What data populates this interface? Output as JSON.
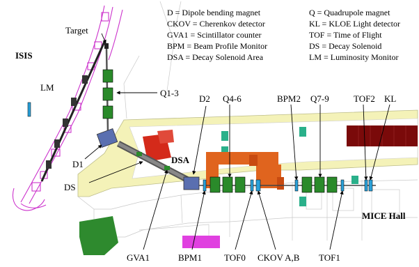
{
  "legend": {
    "left": [
      "D = Dipole bending magnet",
      "CKOV = Cherenkov detector",
      "GVA1 = Scintillator counter",
      "BPM = Beam Profile Monitor",
      "DSA = Decay Solenoid Area"
    ],
    "right": [
      "Q = Quadrupole magnet",
      "KL = KLOE Light detector",
      "TOF = Time of Flight",
      "DS = Decay Solenoid",
      "LM = Luminosity Monitor"
    ]
  },
  "areas": {
    "isis": "ISIS",
    "dsa": "DSA",
    "mice_hall": "MICE Hall"
  },
  "labels": {
    "target": "Target",
    "lm": "LM",
    "q1_3": "Q1-3",
    "d1": "D1",
    "ds": "DS",
    "d2": "D2",
    "q4_6": "Q4-6",
    "bpm2": "BPM2",
    "q7_9": "Q7-9",
    "tof2": "TOF2",
    "kl": "KL",
    "gva1": "GVA1",
    "bpm1": "BPM1",
    "tof0": "TOF0",
    "ckov": "CKOV A,B",
    "tof1": "TOF1"
  },
  "colors": {
    "synchrotron": "#cc33cc",
    "quadrupole": "#2a8a2a",
    "dipole": "#5a6fb0",
    "detector": "#2aa0d8",
    "shielding_red": "#d42a1a",
    "shielding_orange": "#e0641e",
    "teal_block": "#2ab08a",
    "dark_red_block": "#7a0a0a",
    "yellow_area": "#f4f2b8",
    "green_area": "#2e8a2e",
    "magenta_block": "#e040e0"
  }
}
